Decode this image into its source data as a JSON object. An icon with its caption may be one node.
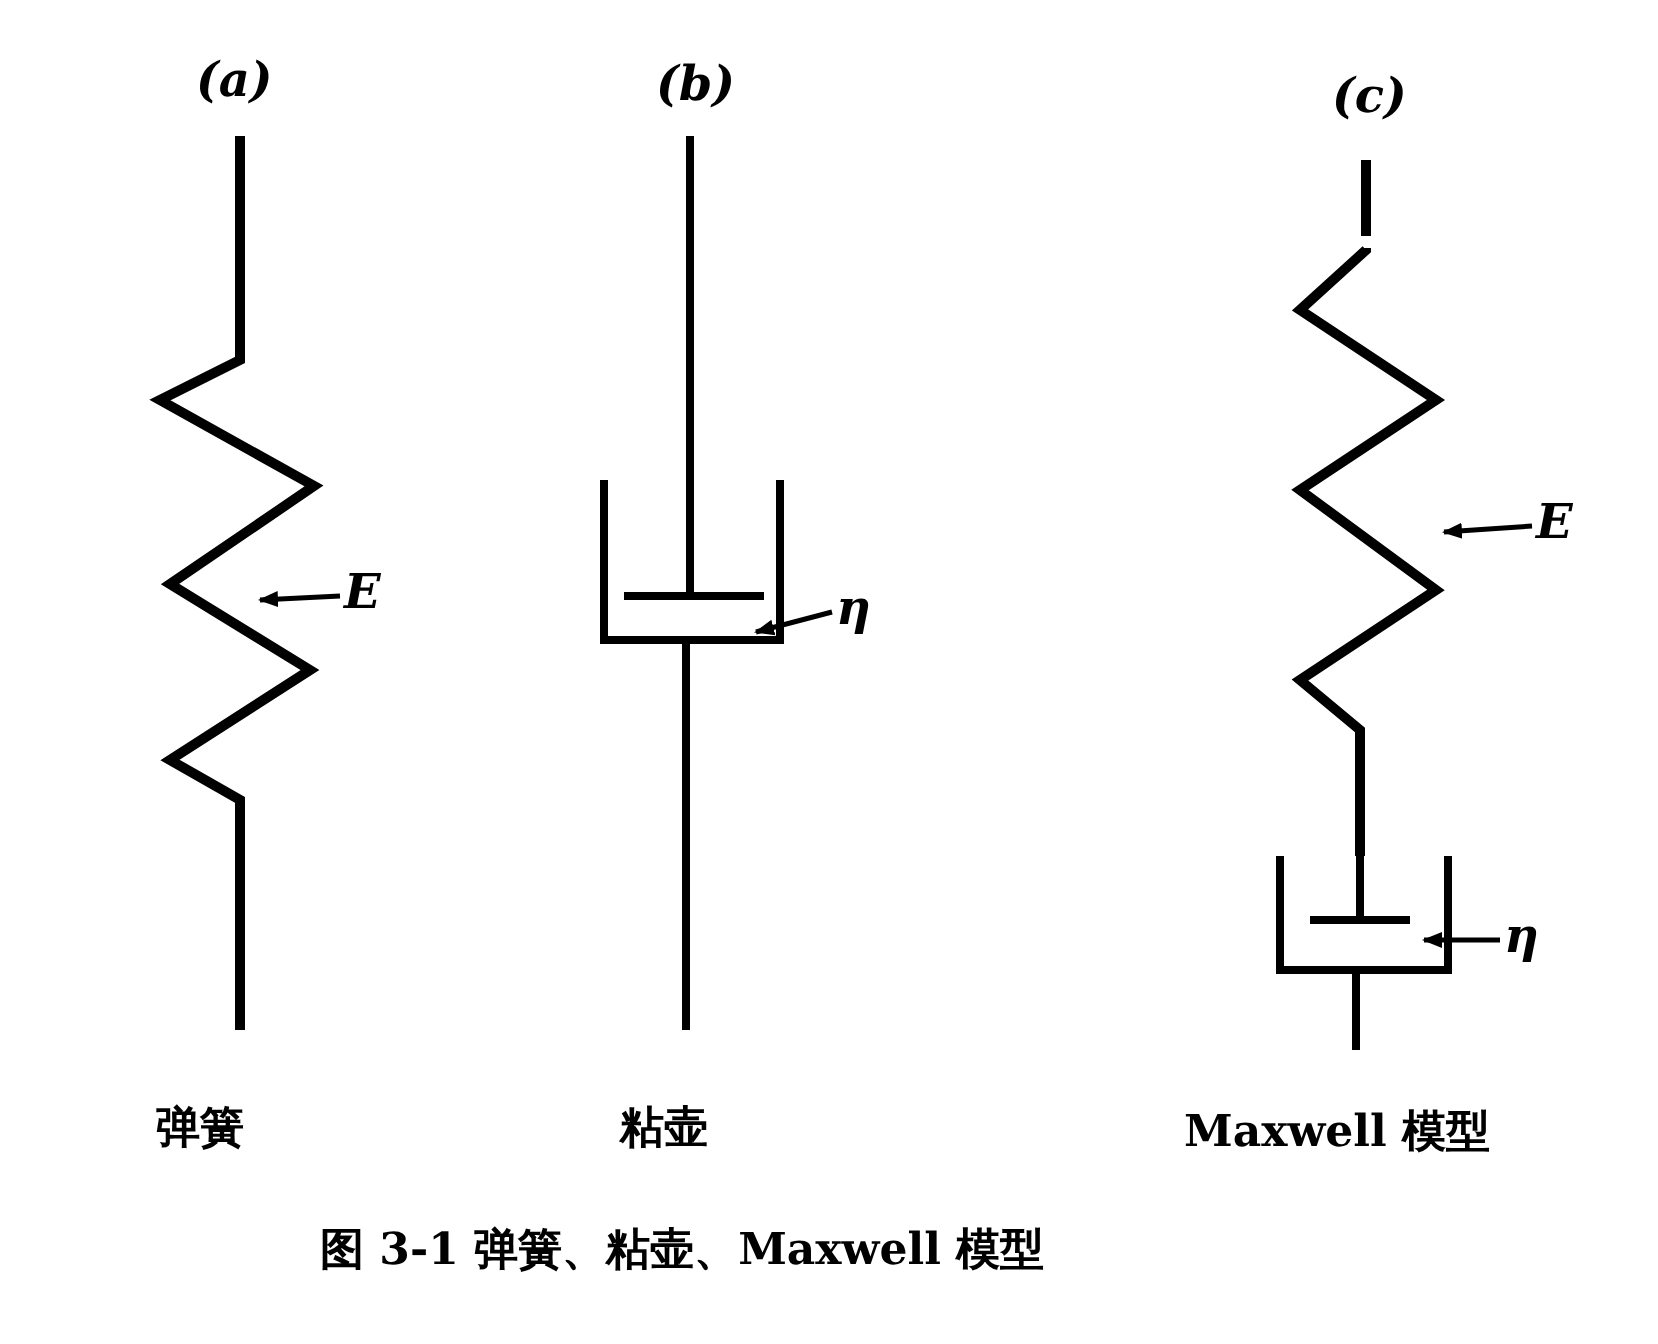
{
  "diagram": {
    "caption": "图 3-1 弹簧、粘壶、Maxwell 模型",
    "nodes": [
      {
        "text": [
          "E"
        ]
      },
      {
        "text": [],
        "shape": "spring"
      },
      {
        "text": [
          "η"
        ]
      },
      {
        "text": [],
        "shape": "dashpot"
      },
      {
        "text": [
          "E"
        ]
      },
      {
        "text": [],
        "shape": "spring"
      },
      {
        "text": [
          "η"
        ]
      },
      {
        "text": [],
        "shape": "dashpot"
      }
    ],
    "edges": [
      {
        "from": 0,
        "to": 1,
        "arrow": "to"
      },
      {
        "from": 2,
        "to": 3,
        "arrow": "to"
      },
      {
        "from": 4,
        "to": 5,
        "arrow": "to"
      },
      {
        "from": 6,
        "to": 7,
        "arrow": "to"
      }
    ],
    "labels": [
      "(a)",
      "(b)",
      "(c)",
      "弹簧",
      "粘壶",
      "Maxwell 模型"
    ]
  }
}
